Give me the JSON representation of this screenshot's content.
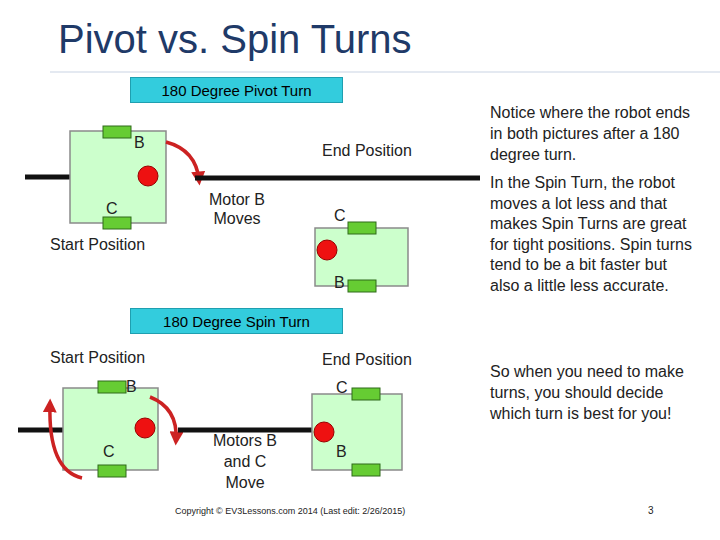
{
  "diagram": {
    "title": "Pivot vs. Spin Turns",
    "nodes": [
      {
        "text": [
          "180 Degree Pivot Turn"
        ]
      },
      {
        "text": [
          "180 Degree Spin Turn"
        ]
      }
    ],
    "edges": [],
    "labels": [
      "B",
      "End Position",
      "C",
      "Motor B Moves",
      "C",
      "Start Position",
      "B",
      "Start Position",
      "End Position",
      "B",
      "C",
      "C",
      "Motors B and C Move",
      "B",
      "Notice where the robot ends in both pictures after a 180 degree turn.",
      "In the Spin Turn, the robot moves a lot less and that makes Spin Turns are great for tight positions. Spin turns tend to be a bit faster but also a little less accurate.",
      "So when you need to make turns, you should decide which turn is best for you!",
      "Copyright © EV3Lessons.com 2014 (Last edit: 2/26/2015)",
      "3"
    ]
  }
}
